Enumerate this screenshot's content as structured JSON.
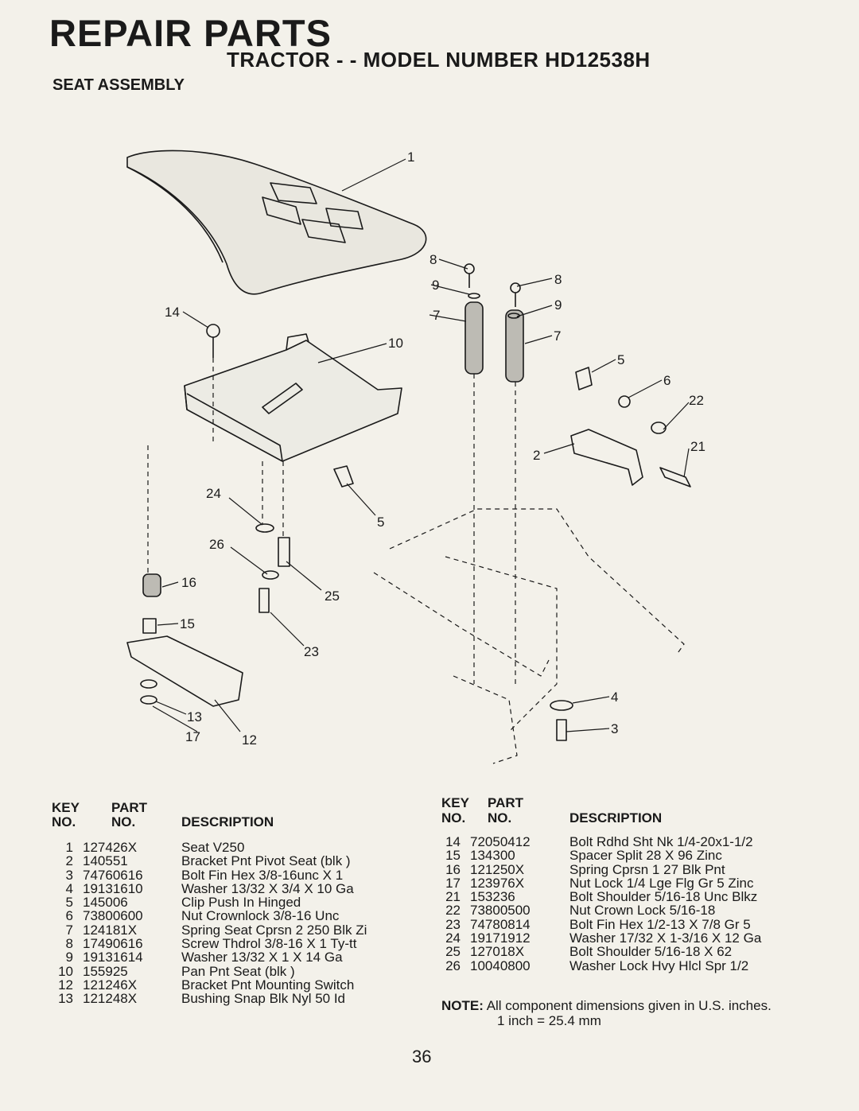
{
  "page": {
    "title": "REPAIR PARTS",
    "subtitle": "TRACTOR - - MODEL NUMBER HD12538H",
    "section": "SEAT ASSEMBLY",
    "page_number": "36"
  },
  "diagram": {
    "callouts": [
      "1",
      "14",
      "10",
      "8",
      "9",
      "7",
      "8",
      "9",
      "7",
      "5",
      "6",
      "22",
      "21",
      "2",
      "5",
      "24",
      "26",
      "16",
      "25",
      "15",
      "23",
      "13",
      "17",
      "12",
      "4",
      "3"
    ]
  },
  "table_headers": {
    "key": "KEY",
    "part": "PART",
    "no": "NO.",
    "no2": "NO.",
    "description": "DESCRIPTION"
  },
  "parts_left": [
    {
      "key": "1",
      "part": "127426X",
      "desc": "Seat V250"
    },
    {
      "key": "2",
      "part": "140551",
      "desc": "Bracket Pnt Pivot Seat (blk )"
    },
    {
      "key": "3",
      "part": "74760616",
      "desc": "Bolt Fin Hex 3/8-16unc X 1"
    },
    {
      "key": "4",
      "part": "19131610",
      "desc": "Washer 13/32 X 3/4 X 10 Ga"
    },
    {
      "key": "5",
      "part": "145006",
      "desc": "Clip Push In Hinged"
    },
    {
      "key": "6",
      "part": "73800600",
      "desc": "Nut Crownlock 3/8-16 Unc"
    },
    {
      "key": "7",
      "part": "124181X",
      "desc": "Spring Seat Cprsn 2 250 Blk Zi"
    },
    {
      "key": "8",
      "part": "17490616",
      "desc": "Screw Thdrol 3/8-16 X 1 Ty-tt"
    },
    {
      "key": "9",
      "part": "19131614",
      "desc": "Washer 13/32 X 1 X 14 Ga"
    },
    {
      "key": "10",
      "part": "155925",
      "desc": "Pan Pnt Seat (blk )"
    },
    {
      "key": "12",
      "part": "121246X",
      "desc": "Bracket Pnt Mounting Switch"
    },
    {
      "key": "13",
      "part": "121248X",
      "desc": "Bushing Snap Blk Nyl 50 Id"
    }
  ],
  "parts_right": [
    {
      "key": "14",
      "part": "72050412",
      "desc": "Bolt Rdhd Sht Nk 1/4-20x1-1/2"
    },
    {
      "key": "15",
      "part": "134300",
      "desc": "Spacer Split 28 X 96 Zinc"
    },
    {
      "key": "16",
      "part": "121250X",
      "desc": "Spring Cprsn 1 27 Blk Pnt"
    },
    {
      "key": "17",
      "part": "123976X",
      "desc": "Nut Lock 1/4 Lge Flg Gr 5 Zinc"
    },
    {
      "key": "21",
      "part": "153236",
      "desc": "Bolt Shoulder 5/16-18 Unc Blkz"
    },
    {
      "key": "22",
      "part": "73800500",
      "desc": "Nut Crown Lock 5/16-18"
    },
    {
      "key": "23",
      "part": "74780814",
      "desc": "Bolt Fin Hex 1/2-13 X 7/8 Gr 5"
    },
    {
      "key": "24",
      "part": "19171912",
      "desc": "Washer 17/32 X 1-3/16 X 12 Ga"
    },
    {
      "key": "25",
      "part": "127018X",
      "desc": "Bolt Shoulder 5/16-18 X 62"
    },
    {
      "key": "26",
      "part": "10040800",
      "desc": "Washer Lock Hvy Hlcl Spr 1/2"
    }
  ],
  "note": {
    "label": "NOTE:",
    "line1": "All component dimensions given in U.S. inches.",
    "line2": "1 inch = 25.4 mm"
  }
}
